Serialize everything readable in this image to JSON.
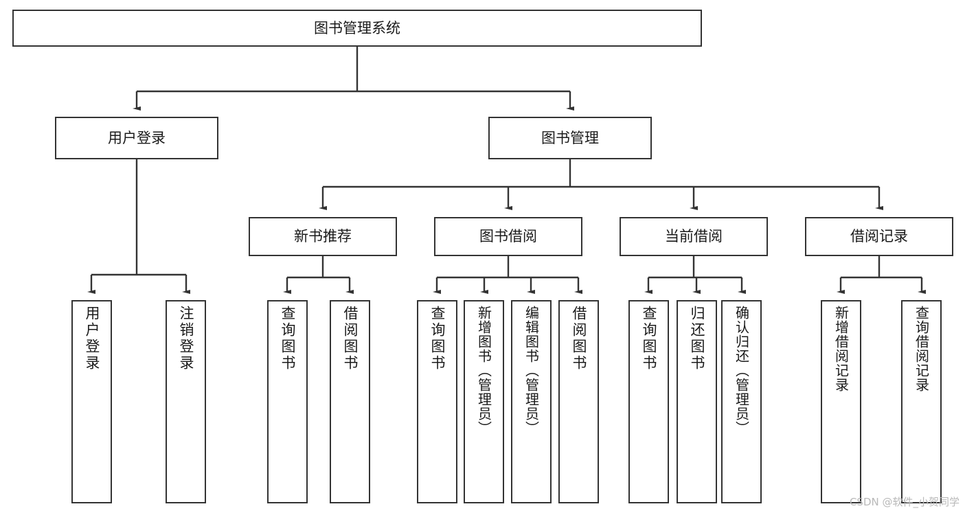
{
  "diagram": {
    "type": "tree",
    "title": "图书管理系统",
    "watermark": "CSDN @软件_小贺同学",
    "colors": {
      "border": "#333333",
      "background": "#ffffff",
      "text": "#1a1a1a",
      "watermark": "#b9b9b9"
    },
    "nodes": {
      "root": {
        "label": "图书管理系统"
      },
      "level2": [
        {
          "id": "user-login",
          "label": "用户登录"
        },
        {
          "id": "book-management",
          "label": "图书管理"
        }
      ],
      "level3": [
        {
          "id": "new-book-recommend",
          "label": "新书推荐"
        },
        {
          "id": "book-borrow",
          "label": "图书借阅"
        },
        {
          "id": "current-borrow",
          "label": "当前借阅"
        },
        {
          "id": "borrow-record",
          "label": "借阅记录"
        }
      ],
      "leaves": {
        "user_login": [
          {
            "id": "leaf-user-login",
            "label": "用户登录"
          },
          {
            "id": "leaf-logout",
            "label": "注销登录"
          }
        ],
        "new_book_recommend": [
          {
            "id": "leaf-query-book-1",
            "label": "查询图书"
          },
          {
            "id": "leaf-borrow-book-1",
            "label": "借阅图书"
          }
        ],
        "book_borrow": [
          {
            "id": "leaf-query-book-2",
            "label": "查询图书"
          },
          {
            "id": "leaf-add-book",
            "label": "新增图书（管理员）"
          },
          {
            "id": "leaf-edit-book",
            "label": "编辑图书（管理员）"
          },
          {
            "id": "leaf-borrow-book-2",
            "label": "借阅图书"
          }
        ],
        "current_borrow": [
          {
            "id": "leaf-query-book-3",
            "label": "查询图书"
          },
          {
            "id": "leaf-return-book",
            "label": "归还图书"
          },
          {
            "id": "leaf-confirm-return",
            "label": "确认归还（管理员）"
          }
        ],
        "borrow_record": [
          {
            "id": "leaf-add-record",
            "label": "新增借阅记录"
          },
          {
            "id": "leaf-query-record",
            "label": "查询借阅记录"
          }
        ]
      }
    }
  }
}
